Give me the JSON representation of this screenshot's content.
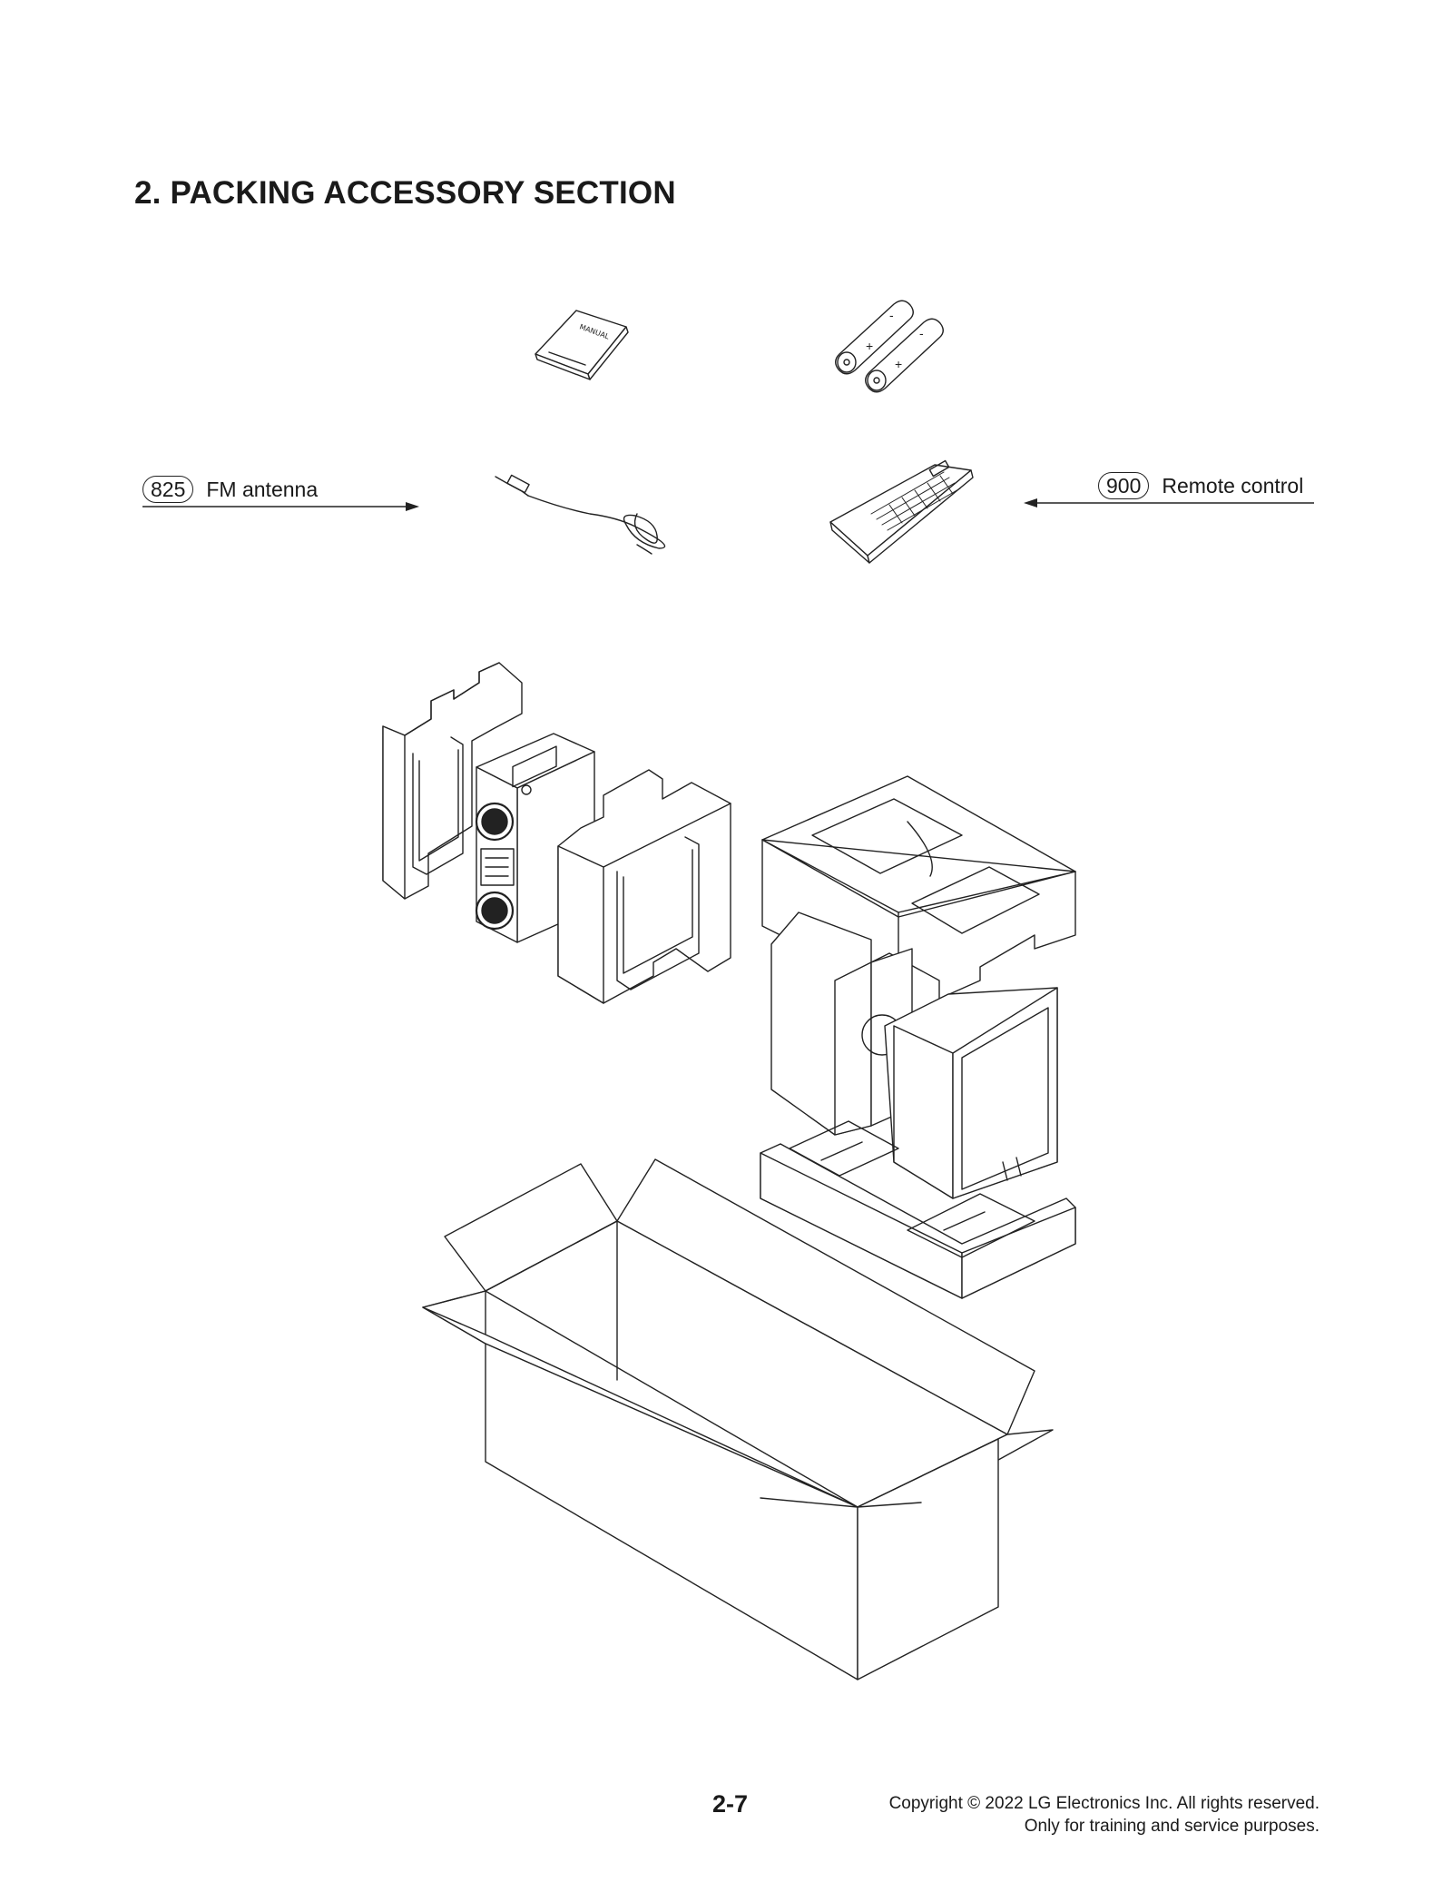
{
  "page": {
    "title": "2. PACKING ACCESSORY SECTION",
    "page_number": "2-7",
    "copyright_line1": "Copyright © 2022 LG Electronics Inc. All rights reserved.",
    "copyright_line2": "Only for training and service purposes."
  },
  "callouts": {
    "fm_antenna": {
      "number": "825",
      "label": "FM antenna"
    },
    "remote_control": {
      "number": "900",
      "label": "Remote control"
    }
  },
  "drawing_labels": {
    "manual_text": "MANUAL",
    "battery_plus": "+",
    "battery_minus": "-"
  }
}
